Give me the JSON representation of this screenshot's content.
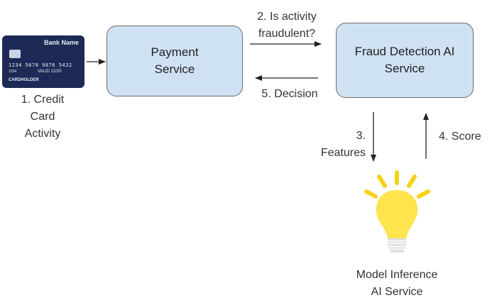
{
  "card": {
    "bank_name": "Bank Name",
    "number": "1234 5678 9876 5432",
    "small_text": "1234",
    "valid_text": "VALID 12/20",
    "holder": "CARDHOLDER",
    "color": "#1d2a55"
  },
  "nodes": {
    "payment": "Payment\nService",
    "fraud": "Fraud Detection AI\nService",
    "model": "Model Inference\nAI Service"
  },
  "steps": {
    "credit_card": "1. Credit\nCard\nActivity",
    "is_fraudulent": "2. Is activity\nfraudulent?",
    "features": "3.\nFeatures",
    "score": "4. Score",
    "decision": "5. Decision"
  },
  "colors": {
    "box_fill": "#cfe2f3",
    "box_border": "#6b6b6b",
    "arrow": "#222222",
    "bulb": "#ffe44d",
    "bulb_rays": "#f6d21a",
    "bulb_base": "#e8e8e8"
  },
  "icons": {
    "card": "credit-card-icon",
    "bulb": "lightbulb-icon"
  }
}
